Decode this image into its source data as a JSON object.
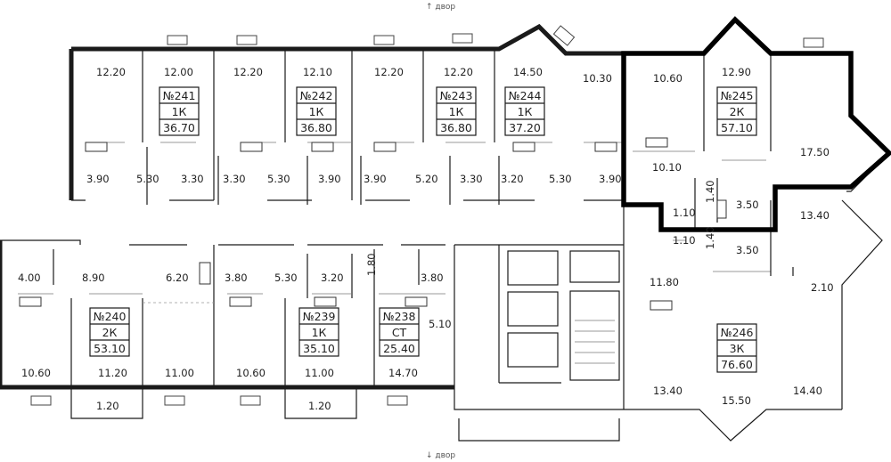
{
  "compass": {
    "top": "↑ двор",
    "bottom": "↓ двор"
  },
  "apartments": [
    {
      "id": "apt-241",
      "number": "№241",
      "rooms": "1К",
      "area": "36.70"
    },
    {
      "id": "apt-242",
      "number": "№242",
      "rooms": "1К",
      "area": "36.80"
    },
    {
      "id": "apt-243",
      "number": "№243",
      "rooms": "1К",
      "area": "36.80"
    },
    {
      "id": "apt-244",
      "number": "№244",
      "rooms": "1К",
      "area": "37.20"
    },
    {
      "id": "apt-245",
      "number": "№245",
      "rooms": "2К",
      "area": "57.10"
    },
    {
      "id": "apt-240",
      "number": "№240",
      "rooms": "2К",
      "area": "53.10"
    },
    {
      "id": "apt-239",
      "number": "№239",
      "rooms": "1К",
      "area": "35.10"
    },
    {
      "id": "apt-238",
      "number": "№238",
      "rooms": "СТ",
      "area": "25.40"
    },
    {
      "id": "apt-246",
      "number": "№246",
      "rooms": "3К",
      "area": "76.60"
    }
  ],
  "room_areas": [
    "12.20",
    "12.00",
    "12.20",
    "12.10",
    "12.20",
    "12.20",
    "14.50",
    "10.30",
    "10.60",
    "12.90",
    "3.90",
    "5.30",
    "3.30",
    "3.30",
    "5.30",
    "3.90",
    "3.90",
    "5.20",
    "3.30",
    "3.20",
    "5.30",
    "3.90",
    "10.10",
    "17.50",
    "1.40",
    "3.50",
    "1.10",
    "13.40",
    "1.10",
    "1.40",
    "3.50",
    "4.00",
    "8.90",
    "6.20",
    "3.80",
    "5.30",
    "3.20",
    "1.80",
    "3.80",
    "5.10",
    "11.80",
    "2.10",
    "10.60",
    "11.20",
    "11.00",
    "10.60",
    "11.00",
    "14.70",
    "13.40",
    "15.50",
    "14.40",
    "1.20",
    "1.20"
  ]
}
